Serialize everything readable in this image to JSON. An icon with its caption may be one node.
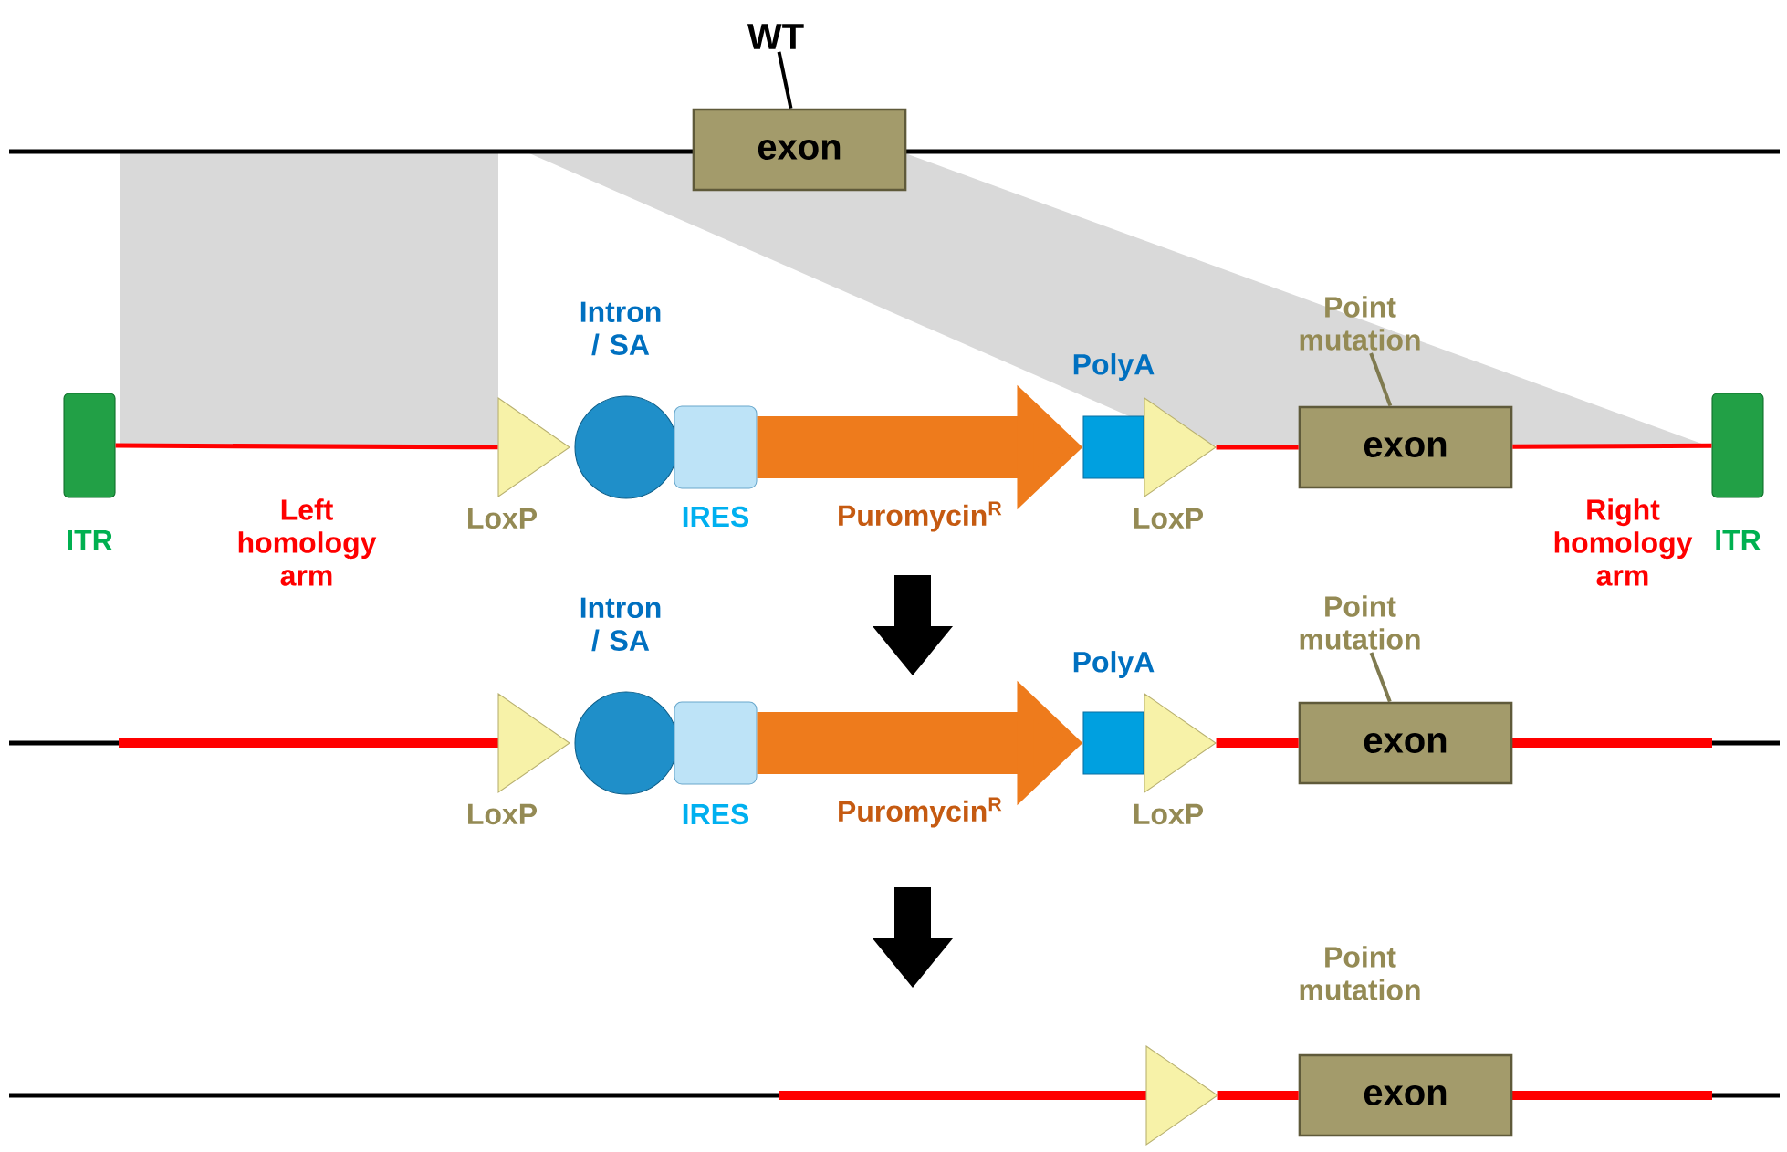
{
  "diagram": {
    "nodes": [
      {
        "text": [
          "WT"
        ]
      },
      {
        "text": [
          "exon"
        ]
      },
      {
        "text": [
          "ITR"
        ]
      },
      {
        "text": [
          "LoxP"
        ]
      },
      {
        "text": [
          "Intron / SA"
        ]
      },
      {
        "text": [
          "IRES"
        ]
      },
      {
        "text": [
          "PolyA"
        ]
      },
      {
        "text": [
          "LoxP"
        ]
      },
      {
        "text": [
          "Point mutation"
        ]
      },
      {
        "text": [
          "exon"
        ]
      },
      {
        "text": [
          "ITR"
        ]
      },
      {
        "text": [
          "LoxP"
        ]
      },
      {
        "text": [
          "Intron / SA"
        ]
      },
      {
        "text": [
          "IRES"
        ]
      },
      {
        "text": [
          "PolyA"
        ]
      },
      {
        "text": [
          "LoxP"
        ]
      },
      {
        "text": [
          "Point mutation"
        ]
      },
      {
        "text": [
          "exon"
        ]
      },
      {
        "text": [],
        "shape": "triangle"
      },
      {
        "text": [
          "Point mutation"
        ]
      },
      {
        "text": [
          "exon"
        ]
      }
    ],
    "edges": [
      {
        "from": 0,
        "to": 1,
        "arrow": "none",
        "color": "#000000"
      },
      {
        "from": 2,
        "to": 3,
        "arrow": "none",
        "color": "#ff0000"
      },
      {
        "from": 5,
        "to": 6,
        "arrow": "to",
        "label": "Puromycin$^{R}$",
        "style": "thick",
        "color": "#ee7b1c"
      },
      {
        "from": 7,
        "to": 9,
        "arrow": "none",
        "color": "#ff0000"
      },
      {
        "from": 8,
        "to": 9,
        "arrow": "none",
        "color": "#7f7a50"
      },
      {
        "from": 9,
        "to": 10,
        "arrow": "none",
        "color": "#ff0000"
      },
      {
        "from": 13,
        "to": 14,
        "arrow": "to",
        "label": "Puromycin$^{R}$",
        "style": "thick",
        "color": "#ee7b1c"
      },
      {
        "from": 15,
        "to": 17,
        "arrow": "none",
        "style": "thick",
        "color": "#ff0000"
      },
      {
        "from": 16,
        "to": 17,
        "arrow": "none",
        "color": "#7f7a50"
      },
      {
        "from": 18,
        "to": 20,
        "arrow": "none",
        "style": "thick",
        "color": "#ff0000"
      }
    ],
    "labels": [
      "Left homology arm",
      "Right homology arm"
    ]
  }
}
